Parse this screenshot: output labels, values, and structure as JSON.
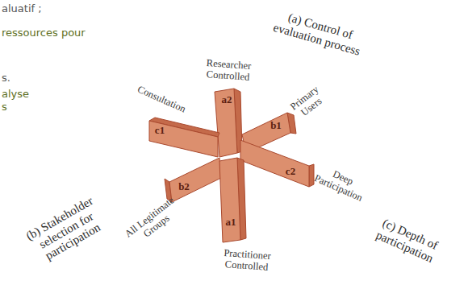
{
  "diagram": {
    "nodes": [
      {
        "text": [
          "Researcher Controlled",
          "a2"
        ]
      },
      {
        "text": [
          "Consultation",
          "c1"
        ]
      },
      {
        "text": [
          "Primary Users",
          "b1"
        ]
      },
      {
        "text": [
          "Deep Participation",
          "c2"
        ]
      },
      {
        "text": [
          "All Legitimate Groups",
          "b2"
        ]
      },
      {
        "text": [
          "Practitioner Controlled",
          "a1"
        ]
      }
    ],
    "labels": [
      "aluatif ;",
      "ressources pour",
      "s.",
      "alyse",
      "s",
      "(a) Control of evaluation process",
      "(b) Stakeholder selection for participation",
      "(c) Depth of participation"
    ]
  }
}
